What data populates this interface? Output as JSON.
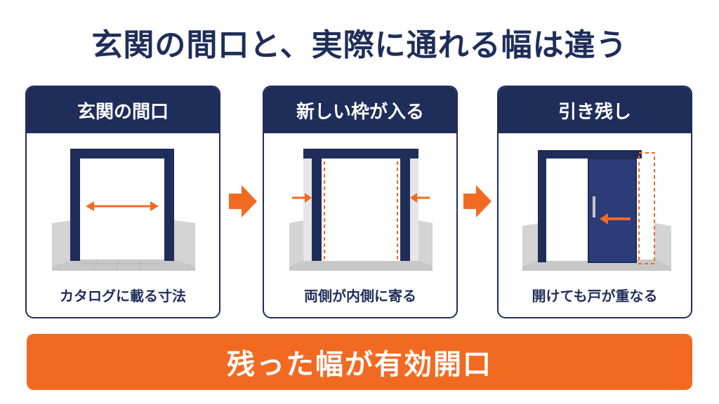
{
  "title": "玄関の間口と、実際に通れる幅は違う",
  "panels": [
    {
      "heading": "玄関の間口",
      "caption": "カタログに載る寸法"
    },
    {
      "heading": "新しい枠が入る",
      "caption": "両側が内側に寄る"
    },
    {
      "heading": "引き残し",
      "caption": "開けても戸が重なる"
    }
  ],
  "banner": "残った幅が有効開口",
  "colors": {
    "navy": "#1f2d5a",
    "orange": "#f26a22"
  },
  "icons": [
    "right-arrow-icon",
    "width-arrow-icon",
    "inward-arrow-icon",
    "left-arrow-icon"
  ]
}
